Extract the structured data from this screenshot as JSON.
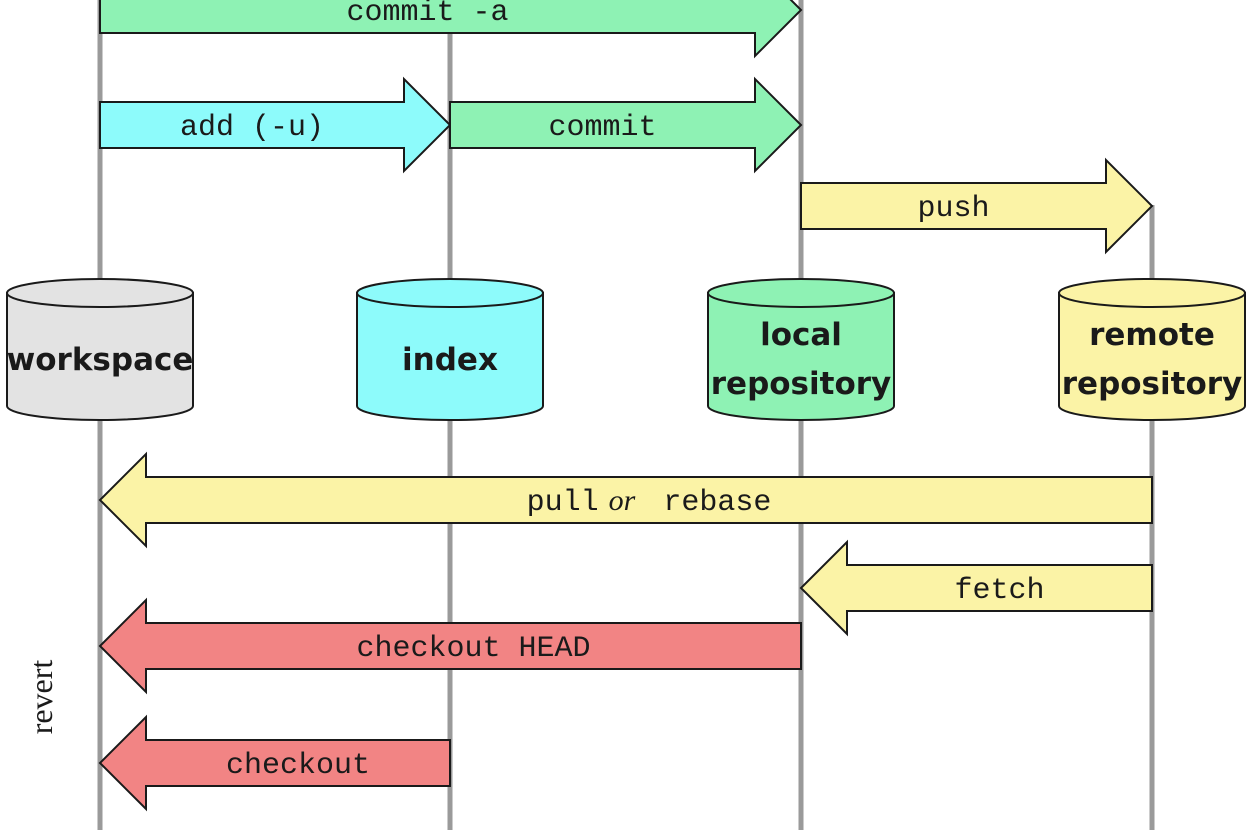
{
  "colors": {
    "workspace": "#e3e3e3",
    "index": "#8dfbfb",
    "local_repository": "#8ef2b4",
    "remote_repository": "#fbf3a6",
    "revert": "#f28484",
    "lane_line": "#9a9a9a",
    "outline": "#1a1a1a"
  },
  "stores": [
    {
      "id": "workspace",
      "lines": [
        "workspace"
      ],
      "color_key": "workspace"
    },
    {
      "id": "index",
      "lines": [
        "index"
      ],
      "color_key": "index"
    },
    {
      "id": "local",
      "lines": [
        "local",
        "repository"
      ],
      "color_key": "local_repository"
    },
    {
      "id": "remote",
      "lines": [
        "remote",
        "repository"
      ],
      "color_key": "remote_repository"
    }
  ],
  "commands": [
    {
      "id": "commit-a",
      "label": "commit -a",
      "from": "workspace",
      "to": "local",
      "color_key": "local_repository"
    },
    {
      "id": "add",
      "label": "add (-u)",
      "from": "workspace",
      "to": "index",
      "color_key": "index"
    },
    {
      "id": "commit",
      "label": "commit",
      "from": "index",
      "to": "local",
      "color_key": "local_repository"
    },
    {
      "id": "push",
      "label": "push",
      "from": "local",
      "to": "remote",
      "color_key": "remote_repository"
    },
    {
      "id": "pull",
      "label_parts": [
        "pull",
        "or",
        "rebase"
      ],
      "from": "remote",
      "to": "workspace",
      "color_key": "remote_repository"
    },
    {
      "id": "fetch",
      "label": "fetch",
      "from": "remote",
      "to": "local",
      "color_key": "remote_repository"
    },
    {
      "id": "checkout-head",
      "label": "checkout HEAD",
      "from": "local",
      "to": "workspace",
      "color_key": "revert"
    },
    {
      "id": "checkout",
      "label": "checkout",
      "from": "index",
      "to": "workspace",
      "color_key": "revert"
    }
  ],
  "side_label": "revert"
}
